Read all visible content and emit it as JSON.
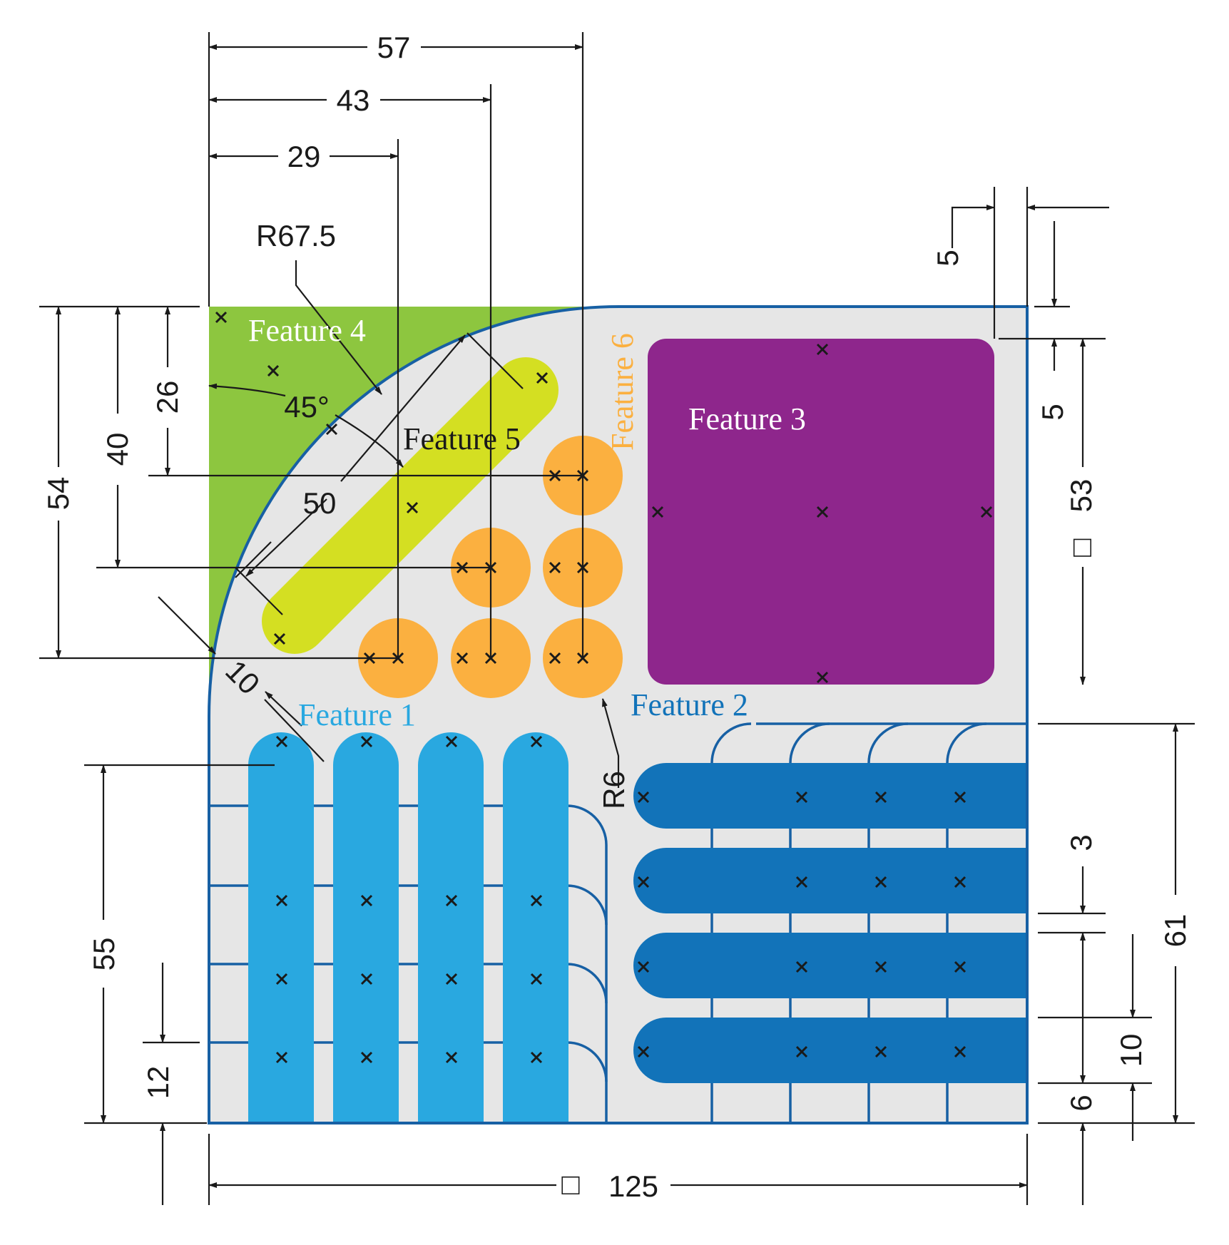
{
  "colors": {
    "plate": "#e6e6e6",
    "outline": "#1760a4",
    "feature1": "#29a8e0",
    "feature2": "#1273b9",
    "feature3": "#8e268c",
    "feature4": "#8dc63f",
    "feature5": "#d4df22",
    "feature6": "#fbb040",
    "feature1_label": "#29a8e0",
    "feature2_label": "#1273b9",
    "feature3_label": "#ffffff",
    "feature4_label": "#ffffff",
    "feature5_label": "#1a1a1a",
    "feature6_label": "#fbb040"
  },
  "features": {
    "f1": "Feature 1",
    "f2": "Feature 2",
    "f3": "Feature 3",
    "f4": "Feature 4",
    "f5": "Feature 5",
    "f6": "Feature 6"
  },
  "dimensions": {
    "d57": "57",
    "d43": "43",
    "d29": "29",
    "r675": "R67.5",
    "d54": "54",
    "d40": "40",
    "d26": "26",
    "a45": "45°",
    "d50": "50",
    "d10_slot": "10",
    "r6": "R6",
    "d55": "55",
    "d12": "12",
    "d125": "125",
    "d5_top": "5",
    "d5_side": "5",
    "d53": "53",
    "d3": "3",
    "d61": "61",
    "d10_right": "10",
    "d6": "6",
    "square_symbol": "□"
  }
}
